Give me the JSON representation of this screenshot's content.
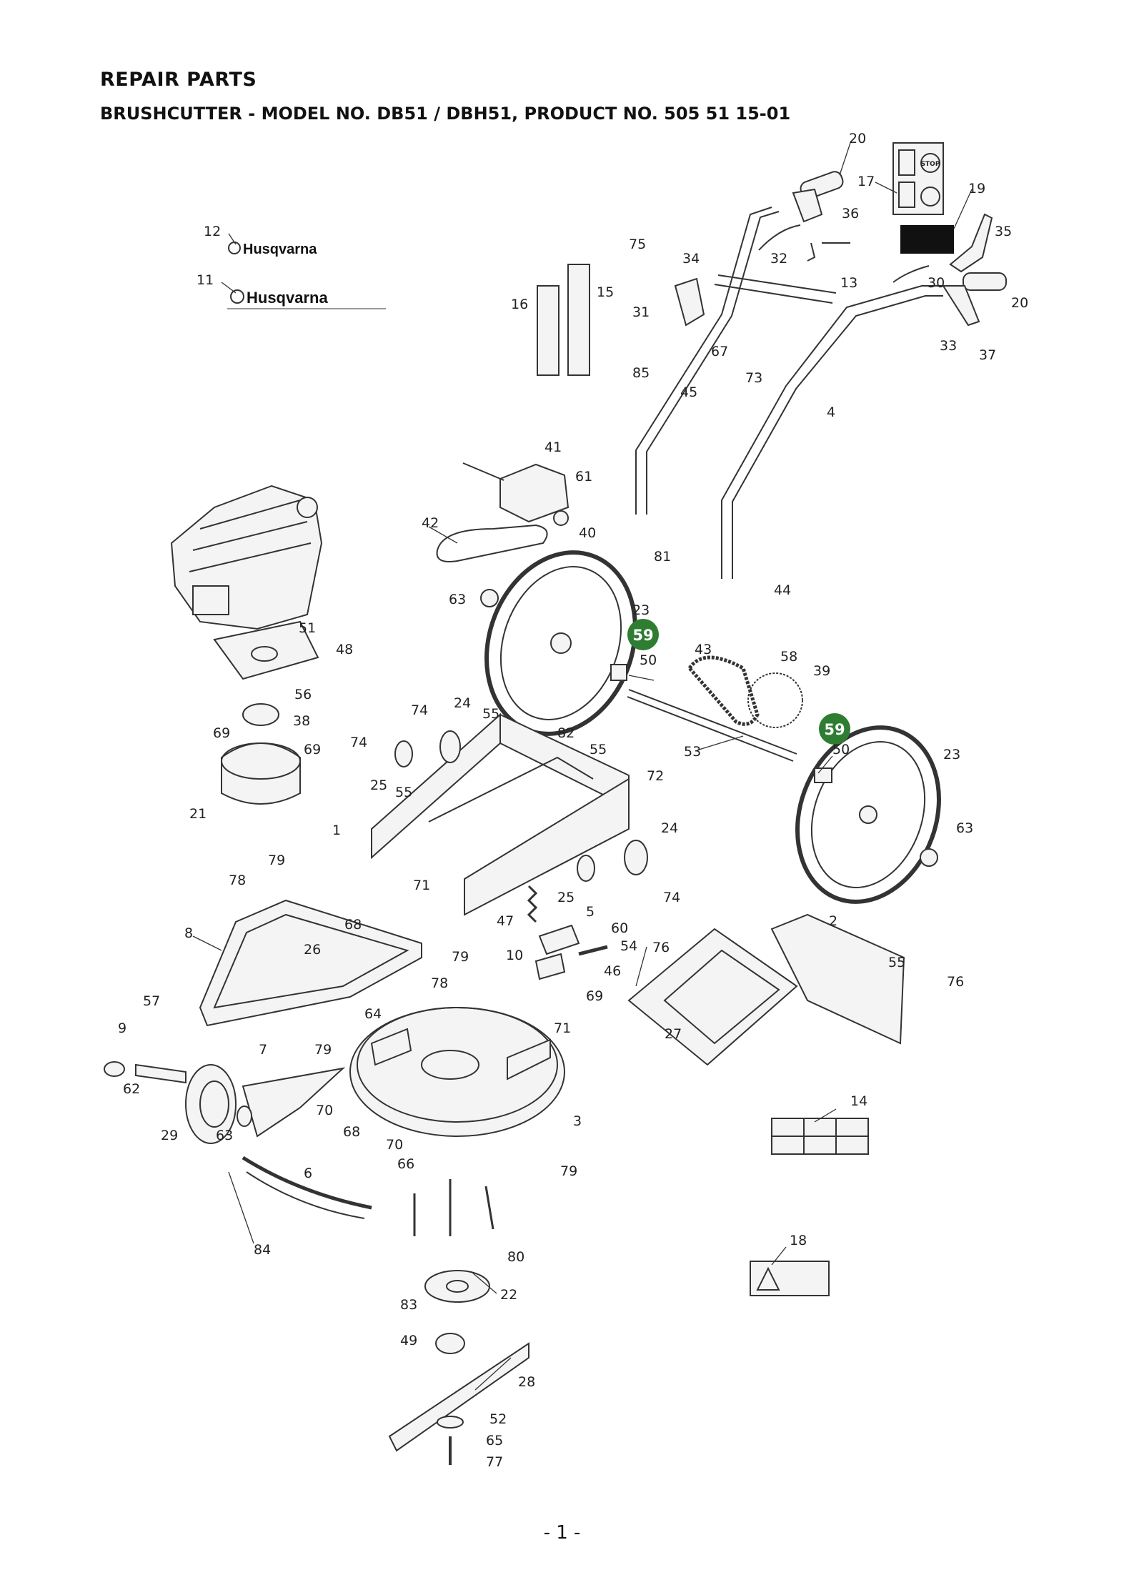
{
  "header": {
    "title": "REPAIR PARTS",
    "subtitle": "BRUSHCUTTER - MODEL NO. DB51 / DBH51, PRODUCT NO. 505 51 15-01"
  },
  "footer": {
    "page": "- 1 -"
  },
  "brand": {
    "logo_text": "Husqvarna"
  },
  "decals": {
    "stop_label": "STOP"
  },
  "colors": {
    "highlight": "#2e7d32",
    "line": "#333333",
    "background": "#ffffff"
  },
  "highlighted_part": "59",
  "callouts": [
    {
      "id": "c20a",
      "text": "20"
    },
    {
      "id": "c17",
      "text": "17"
    },
    {
      "id": "c19",
      "text": "19"
    },
    {
      "id": "c36",
      "text": "36"
    },
    {
      "id": "c35",
      "text": "35"
    },
    {
      "id": "c32",
      "text": "32"
    },
    {
      "id": "c13",
      "text": "13"
    },
    {
      "id": "c30",
      "text": "30"
    },
    {
      "id": "c20b",
      "text": "20"
    },
    {
      "id": "c33",
      "text": "33"
    },
    {
      "id": "c37",
      "text": "37"
    },
    {
      "id": "c12",
      "text": "12"
    },
    {
      "id": "c11",
      "text": "11"
    },
    {
      "id": "c75",
      "text": "75"
    },
    {
      "id": "c34",
      "text": "34"
    },
    {
      "id": "c16",
      "text": "16"
    },
    {
      "id": "c15",
      "text": "15"
    },
    {
      "id": "c31",
      "text": "31"
    },
    {
      "id": "c85",
      "text": "85"
    },
    {
      "id": "c67",
      "text": "67"
    },
    {
      "id": "c45",
      "text": "45"
    },
    {
      "id": "c73",
      "text": "73"
    },
    {
      "id": "c4",
      "text": "4"
    },
    {
      "id": "c41",
      "text": "41"
    },
    {
      "id": "c61",
      "text": "61"
    },
    {
      "id": "c42",
      "text": "42"
    },
    {
      "id": "c40",
      "text": "40"
    },
    {
      "id": "c81",
      "text": "81"
    },
    {
      "id": "c44",
      "text": "44"
    },
    {
      "id": "c63a",
      "text": "63"
    },
    {
      "id": "c23a",
      "text": "23"
    },
    {
      "id": "c51",
      "text": "51"
    },
    {
      "id": "c48",
      "text": "48"
    },
    {
      "id": "c50a",
      "text": "50"
    },
    {
      "id": "c43",
      "text": "43"
    },
    {
      "id": "c58",
      "text": "58"
    },
    {
      "id": "c39",
      "text": "39"
    },
    {
      "id": "c56",
      "text": "56"
    },
    {
      "id": "c38",
      "text": "38"
    },
    {
      "id": "c69a",
      "text": "69"
    },
    {
      "id": "c69b",
      "text": "69"
    },
    {
      "id": "c74a",
      "text": "74"
    },
    {
      "id": "c24a",
      "text": "24"
    },
    {
      "id": "c55a",
      "text": "55"
    },
    {
      "id": "c82",
      "text": "82"
    },
    {
      "id": "c74b",
      "text": "74"
    },
    {
      "id": "c25a",
      "text": "25"
    },
    {
      "id": "c55b",
      "text": "55"
    },
    {
      "id": "c55c",
      "text": "55"
    },
    {
      "id": "c72",
      "text": "72"
    },
    {
      "id": "c53",
      "text": "53"
    },
    {
      "id": "c50b",
      "text": "50"
    },
    {
      "id": "c23b",
      "text": "23"
    },
    {
      "id": "c21",
      "text": "21"
    },
    {
      "id": "c1",
      "text": "1"
    },
    {
      "id": "c24b",
      "text": "24"
    },
    {
      "id": "c63b",
      "text": "63"
    },
    {
      "id": "c71a",
      "text": "71"
    },
    {
      "id": "c25b",
      "text": "25"
    },
    {
      "id": "c74c",
      "text": "74"
    },
    {
      "id": "c79a",
      "text": "79"
    },
    {
      "id": "c78a",
      "text": "78"
    },
    {
      "id": "c68a",
      "text": "68"
    },
    {
      "id": "c47",
      "text": "47"
    },
    {
      "id": "c5",
      "text": "5"
    },
    {
      "id": "c60",
      "text": "60"
    },
    {
      "id": "c54",
      "text": "54"
    },
    {
      "id": "c2",
      "text": "2"
    },
    {
      "id": "c8",
      "text": "8"
    },
    {
      "id": "c26",
      "text": "26"
    },
    {
      "id": "c79b",
      "text": "79"
    },
    {
      "id": "c10",
      "text": "10"
    },
    {
      "id": "c46",
      "text": "46"
    },
    {
      "id": "c76a",
      "text": "76"
    },
    {
      "id": "c55d",
      "text": "55"
    },
    {
      "id": "c78b",
      "text": "78"
    },
    {
      "id": "c69c",
      "text": "69"
    },
    {
      "id": "c76b",
      "text": "76"
    },
    {
      "id": "c57",
      "text": "57"
    },
    {
      "id": "c64",
      "text": "64"
    },
    {
      "id": "c71b",
      "text": "71"
    },
    {
      "id": "c9",
      "text": "9"
    },
    {
      "id": "c7",
      "text": "7"
    },
    {
      "id": "c79c",
      "text": "79"
    },
    {
      "id": "c27",
      "text": "27"
    },
    {
      "id": "c62",
      "text": "62"
    },
    {
      "id": "c70a",
      "text": "70"
    },
    {
      "id": "c3",
      "text": "3"
    },
    {
      "id": "c14",
      "text": "14"
    },
    {
      "id": "c29",
      "text": "29"
    },
    {
      "id": "c63c",
      "text": "63"
    },
    {
      "id": "c68b",
      "text": "68"
    },
    {
      "id": "c70b",
      "text": "70"
    },
    {
      "id": "c66",
      "text": "66"
    },
    {
      "id": "c79d",
      "text": "79"
    },
    {
      "id": "c6",
      "text": "6"
    },
    {
      "id": "c84",
      "text": "84"
    },
    {
      "id": "c80",
      "text": "80"
    },
    {
      "id": "c18",
      "text": "18"
    },
    {
      "id": "c22",
      "text": "22"
    },
    {
      "id": "c83",
      "text": "83"
    },
    {
      "id": "c49",
      "text": "49"
    },
    {
      "id": "c28",
      "text": "28"
    },
    {
      "id": "c52",
      "text": "52"
    },
    {
      "id": "c65",
      "text": "65"
    },
    {
      "id": "c77",
      "text": "77"
    }
  ],
  "highlight_badges": [
    {
      "id": "b59a",
      "text": "59"
    },
    {
      "id": "b59b",
      "text": "59"
    }
  ]
}
